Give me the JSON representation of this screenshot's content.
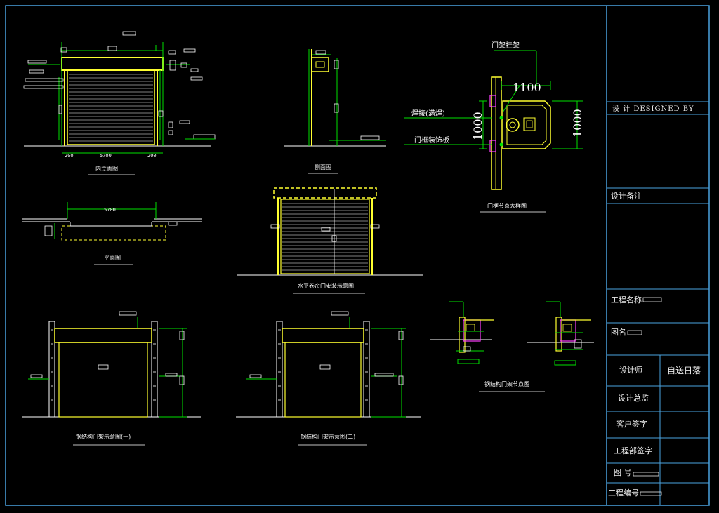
{
  "title_block": {
    "designed_by": "设 计 DESIGNED BY",
    "design_notes": "设计备注",
    "project_name": "工程名称",
    "drawing_name": "图名",
    "designer_label": "设计师",
    "designer_value": "自送日落",
    "design_supervisor": "设计总监",
    "client_sign": "客户签字",
    "dept_sign": "工程部签字",
    "drawing_no": "图 号",
    "project_no": "工程编号"
  },
  "drawings": {
    "front_elevation": "内立面图",
    "side_elevation": "侧面图",
    "plan_view": "平面图",
    "install_detail": "门框节点大样图",
    "electric_install": "水平卷帘门安装示意图",
    "install_one": "钢结构门架示意图(一)",
    "install_two": "钢结构门架示意图(二)",
    "node_detail": "钢结构门架节点图"
  },
  "annotations": {
    "door_frame": "门架挂架",
    "dim_width": "1100",
    "dim_height_left": "1000",
    "dim_height_right": "1000",
    "weld": "焊接(满焊)",
    "door_plate": "门框装饰板",
    "dim_5700_a": "5700",
    "dim_5700_b": "5700",
    "dim_200_a": "200",
    "dim_200_b": "200"
  },
  "colors": {
    "background": "#000000",
    "frame": "#4aa3df",
    "green": "#00e000",
    "yellow": "#ffff30",
    "magenta": "#ff40ff",
    "white": "#ffffff"
  }
}
